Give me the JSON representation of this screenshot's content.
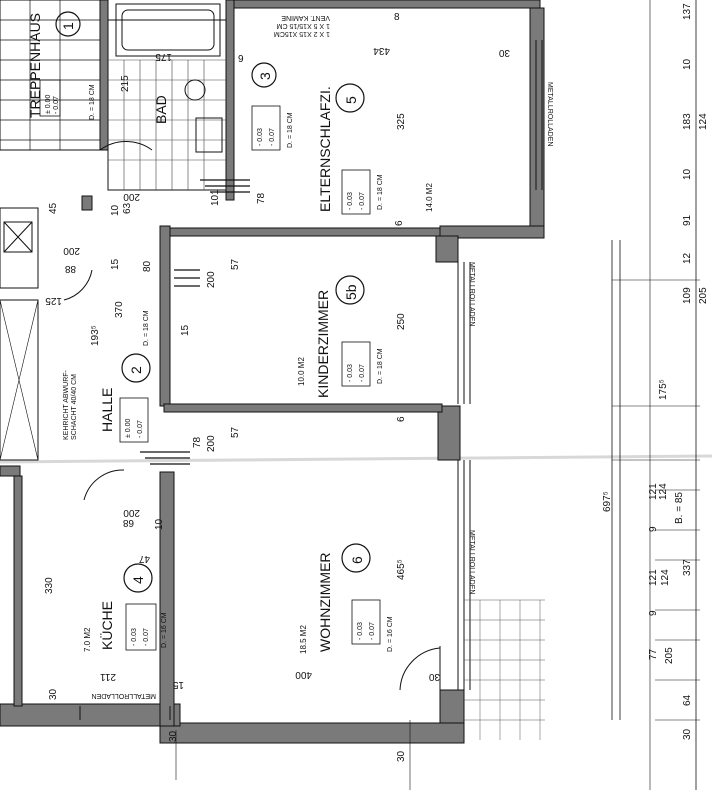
{
  "rooms": [
    {
      "id": "treppenhaus",
      "name": "TREPPENHAUS",
      "number": "1"
    },
    {
      "id": "bad",
      "name": "BAD",
      "number": "3",
      "dim_depth": "D. = 18 CM",
      "level_a": "- 0.03",
      "level_b": "- 0.07"
    },
    {
      "id": "elternschlafzi",
      "name": "ELTERNSCHLAFZI.",
      "number": "5",
      "area": "14.0 M2",
      "level_a": "- 0.03",
      "level_b": "- 0.07",
      "dim_depth": "D. = 18 CM"
    },
    {
      "id": "kinderzimmer",
      "name": "KINDERZIMMER",
      "number": "5b",
      "area": "10.0 M2",
      "level_a": "- 0.03",
      "level_b": "- 0.07",
      "dim_depth": "D. = 18 CM"
    },
    {
      "id": "halle",
      "name": "HALLE",
      "number": "2",
      "level_a": "± 0.00",
      "level_b": "- 0.07",
      "dim_depth": "D. = 18 CM"
    },
    {
      "id": "kueche",
      "name": "KÜCHE",
      "number": "4",
      "area": "7.0 M2",
      "level_a": "- 0.03",
      "level_b": "- 0.07",
      "dim_depth": "D. = 16 CM"
    },
    {
      "id": "wohnzimmer",
      "name": "WOHNZIMMER",
      "number": "6",
      "area": "18.5 M2",
      "level_a": "- 0.03",
      "level_b": "- 0.07",
      "dim_depth": "D. = 16 CM"
    }
  ],
  "stair": {
    "level_a": "± 0.00",
    "level_b": "- 0.07",
    "dim_depth": "D. = 18 CM"
  },
  "labels": {
    "metallrolladen": "METALLROLLADEN",
    "vent_kamine_1": "VENT. KAMINE",
    "vent_kamine_2": "1 X 5 X15/15 CM",
    "vent_kamine_3": "1 X 2 X15 X15CM",
    "kehricht_1": "KEHRICHT ABWURF-",
    "kehricht_2": "SCHACHT 40/40 CM"
  },
  "dims": {
    "d8": "8",
    "d30": "30",
    "d434": "434",
    "d175": "175",
    "d215": "215",
    "d9": "9",
    "d325": "325",
    "d6": "6",
    "d101": "101",
    "d200": "200",
    "d78": "78",
    "d57": "57",
    "d63": "63",
    "d10": "10",
    "d15": "15",
    "d80": "80",
    "d370": "370",
    "d1935": "193⁵",
    "d250": "250",
    "d68": "68",
    "d4655": "465⁵",
    "d400": "400",
    "d330": "330",
    "d211": "211",
    "d47": "47",
    "d6975": "697⁵",
    "d1755": "175⁵",
    "d121": "121",
    "d124": "124",
    "d337": "337",
    "d77": "77",
    "d205": "205",
    "d64": "64",
    "d109": "109",
    "d12": "12",
    "d91": "91",
    "d183": "183",
    "d137": "137",
    "d45": "45",
    "d125": "125",
    "d88": "88",
    "b85": "B. = 85"
  }
}
